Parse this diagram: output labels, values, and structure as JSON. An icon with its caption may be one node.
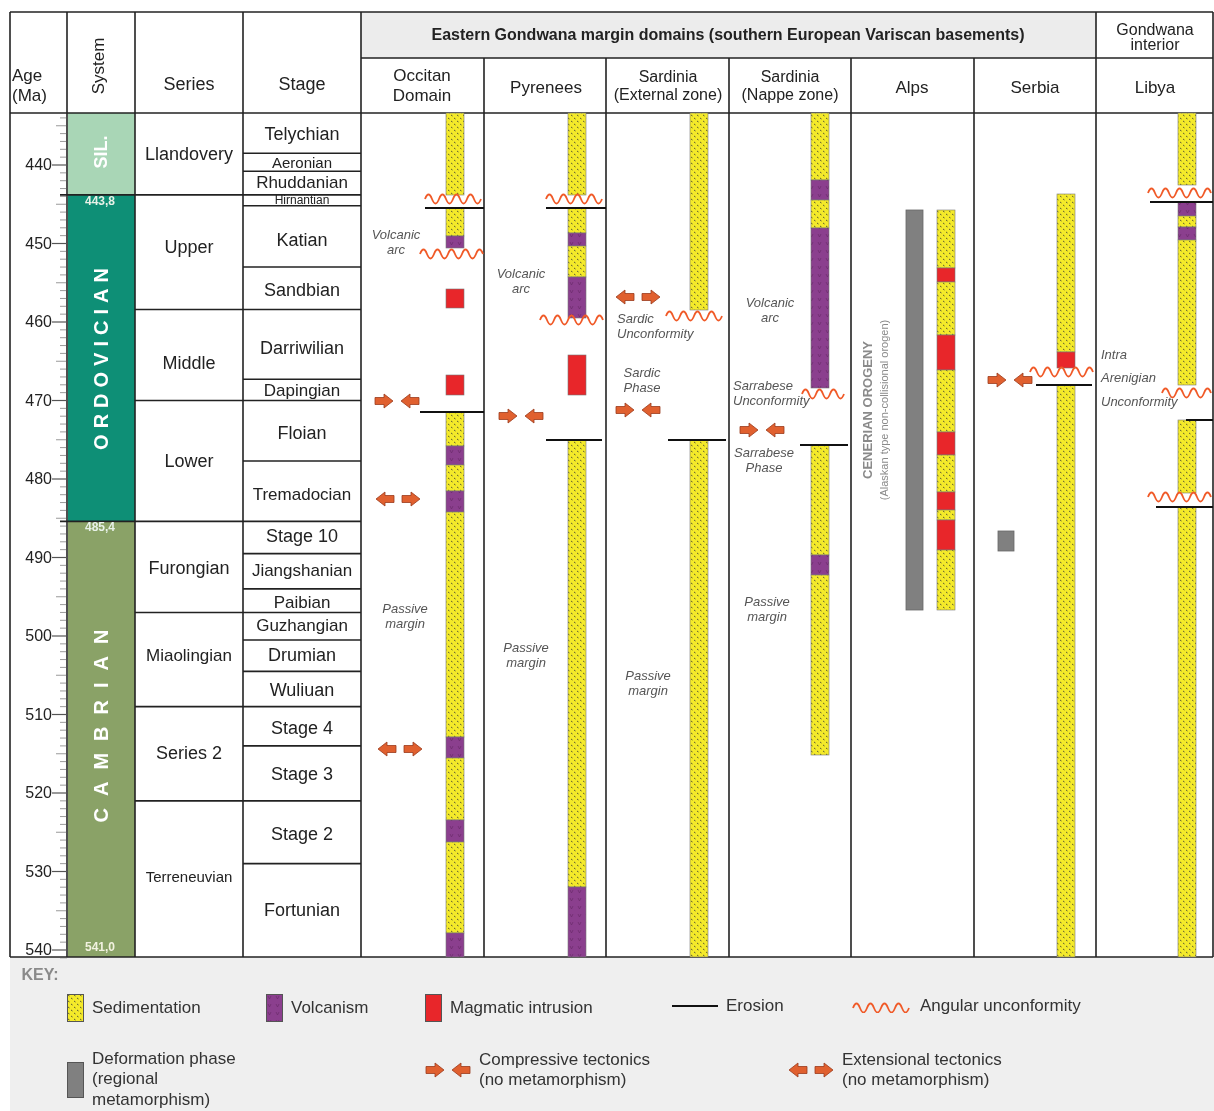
{
  "diagram": {
    "labels": [
      "Age (Ma)",
      "System",
      "Series",
      "Stage",
      "Eastern Gondwana margin domains (southern European Variscan basements)",
      "Gondwana interior",
      "Occitan Domain",
      "Pyrenees",
      "Sardinia (External zone)",
      "Sardinia (Nappe zone)",
      "Alps",
      "Serbia",
      "Libya",
      "440",
      "450",
      "460",
      "470",
      "480",
      "490",
      "500",
      "510",
      "520",
      "530",
      "540",
      "SIL.",
      "443,8",
      "ORDOVICIAN",
      "485,4",
      "CAMBRIAN",
      "541,0",
      "Llandovery",
      "Upper",
      "Middle",
      "Lower",
      "Furongian",
      "Miaolingian",
      "Series 2",
      "Terreneuvian",
      "Telychian",
      "Aeronian",
      "Rhuddanian",
      "Hirnantian",
      "Katian",
      "Sandbian",
      "Darriwilian",
      "Dapingian",
      "Floian",
      "Tremadocian",
      "Stage 10",
      "Jiangshanian",
      "Paibian",
      "Guzhangian",
      "Drumian",
      "Wuliuan",
      "Stage 4",
      "Stage 3",
      "Stage 2",
      "Fortunian",
      "Volcanic arc",
      "Passive margin",
      "Volcanic arc",
      "Passive margin",
      "Sardic Unconformity",
      "Sardic Phase",
      "Passive margin",
      "Volcanic arc",
      "Sarrabese Unconformity",
      "Sarrabese Phase",
      "Passive margin",
      "CENERIAN OROGENY",
      "(Alaskan type non-collisional orogen)",
      "Intra Arenigian Unconformity",
      "KEY:"
    ],
    "legend": [
      {
        "text": "Sedimentation"
      },
      {
        "text": "Volcanism"
      },
      {
        "text": "Magmatic intrusion",
        "color": "#e8262a"
      },
      {
        "text": "Erosion"
      },
      {
        "text": "Angular unconformity"
      },
      {
        "text": "Deformation phase (regional metamorphism)",
        "color": "#808080"
      },
      {
        "text": "Compressive tectonics (no metamorphism)"
      },
      {
        "text": "Extensional tectonics (no metamorphism)"
      }
    ]
  }
}
